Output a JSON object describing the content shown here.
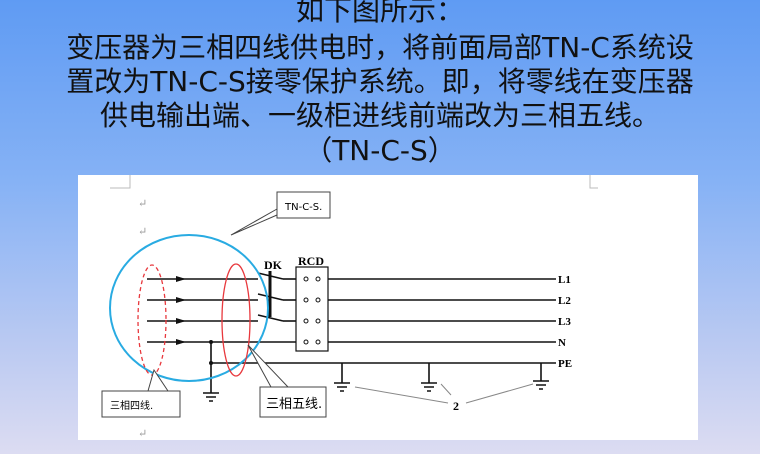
{
  "slide": {
    "lines": [
      "如下图所示：",
      "变压器为三相四线供电时，将前面局部TN-C系统设",
      "置改为TN-C-S接零保护系统。即，将零线在变压器",
      "供电输出端、一级柜进线前端改为三相五线。",
      "（TN-C-S）"
    ]
  },
  "diagram": {
    "callout_tncs": "TN-C-S.",
    "callout_four_wire": "三相四线.",
    "callout_five_wire": "三相五线.",
    "switch_label": "DK",
    "rcd_label": "RCD",
    "line_labels": [
      "L1",
      "L2",
      "L3",
      "N",
      "PE"
    ],
    "ground_label": "2",
    "colors": {
      "highlight_circle": "#29abe2",
      "ellipse": "#e8383d"
    }
  }
}
